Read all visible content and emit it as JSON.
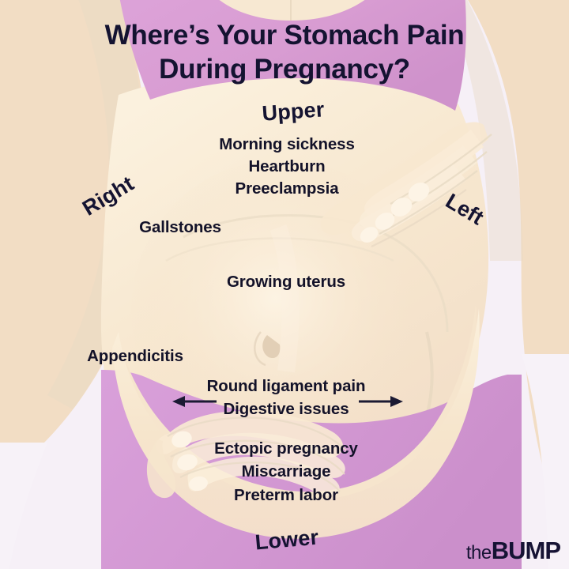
{
  "title": "Where’s Your Stomach Pain During Pregnancy?",
  "title_line1": "Where’s Your Stomach Pain",
  "title_line2": "During Pregnancy?",
  "regions": {
    "upper": "Upper",
    "lower": "Lower",
    "right": "Right",
    "left": "Left"
  },
  "conditions": {
    "upper": [
      "Morning sickness",
      "Heartburn",
      "Preeclampsia"
    ],
    "upper_right": "Gallstones",
    "middle": "Growing uterus",
    "lower_right": "Appendicitis",
    "middle_band": [
      "Round ligament pain",
      "Digestive issues"
    ],
    "lower": [
      "Ectopic pregnancy",
      "Miscarriage",
      "Preterm labor"
    ]
  },
  "items": {
    "morning_sickness": "Morning sickness",
    "heartburn": "Heartburn",
    "preeclampsia": "Preeclampsia",
    "gallstones": "Gallstones",
    "growing_uterus": "Growing uterus",
    "appendicitis": "Appendicitis",
    "round_ligament_pain": "Round ligament pain",
    "digestive_issues": "Digestive issues",
    "ectopic_pregnancy": "Ectopic pregnancy",
    "miscarriage": "Miscarriage",
    "preterm_labor": "Preterm labor"
  },
  "logo": {
    "the": "the",
    "bump": "BUMP",
    "full": "theBUMP"
  },
  "colors": {
    "background": "#f4eef6",
    "skin": "#f5e2c8",
    "skin_shadow": "#ece0cd",
    "skin_highlight": "#fcf0dc",
    "garment_top": "#d79bd1",
    "garment_bottom": "#d49ad4",
    "text": "#131229",
    "arrow": "#1b1a33"
  }
}
